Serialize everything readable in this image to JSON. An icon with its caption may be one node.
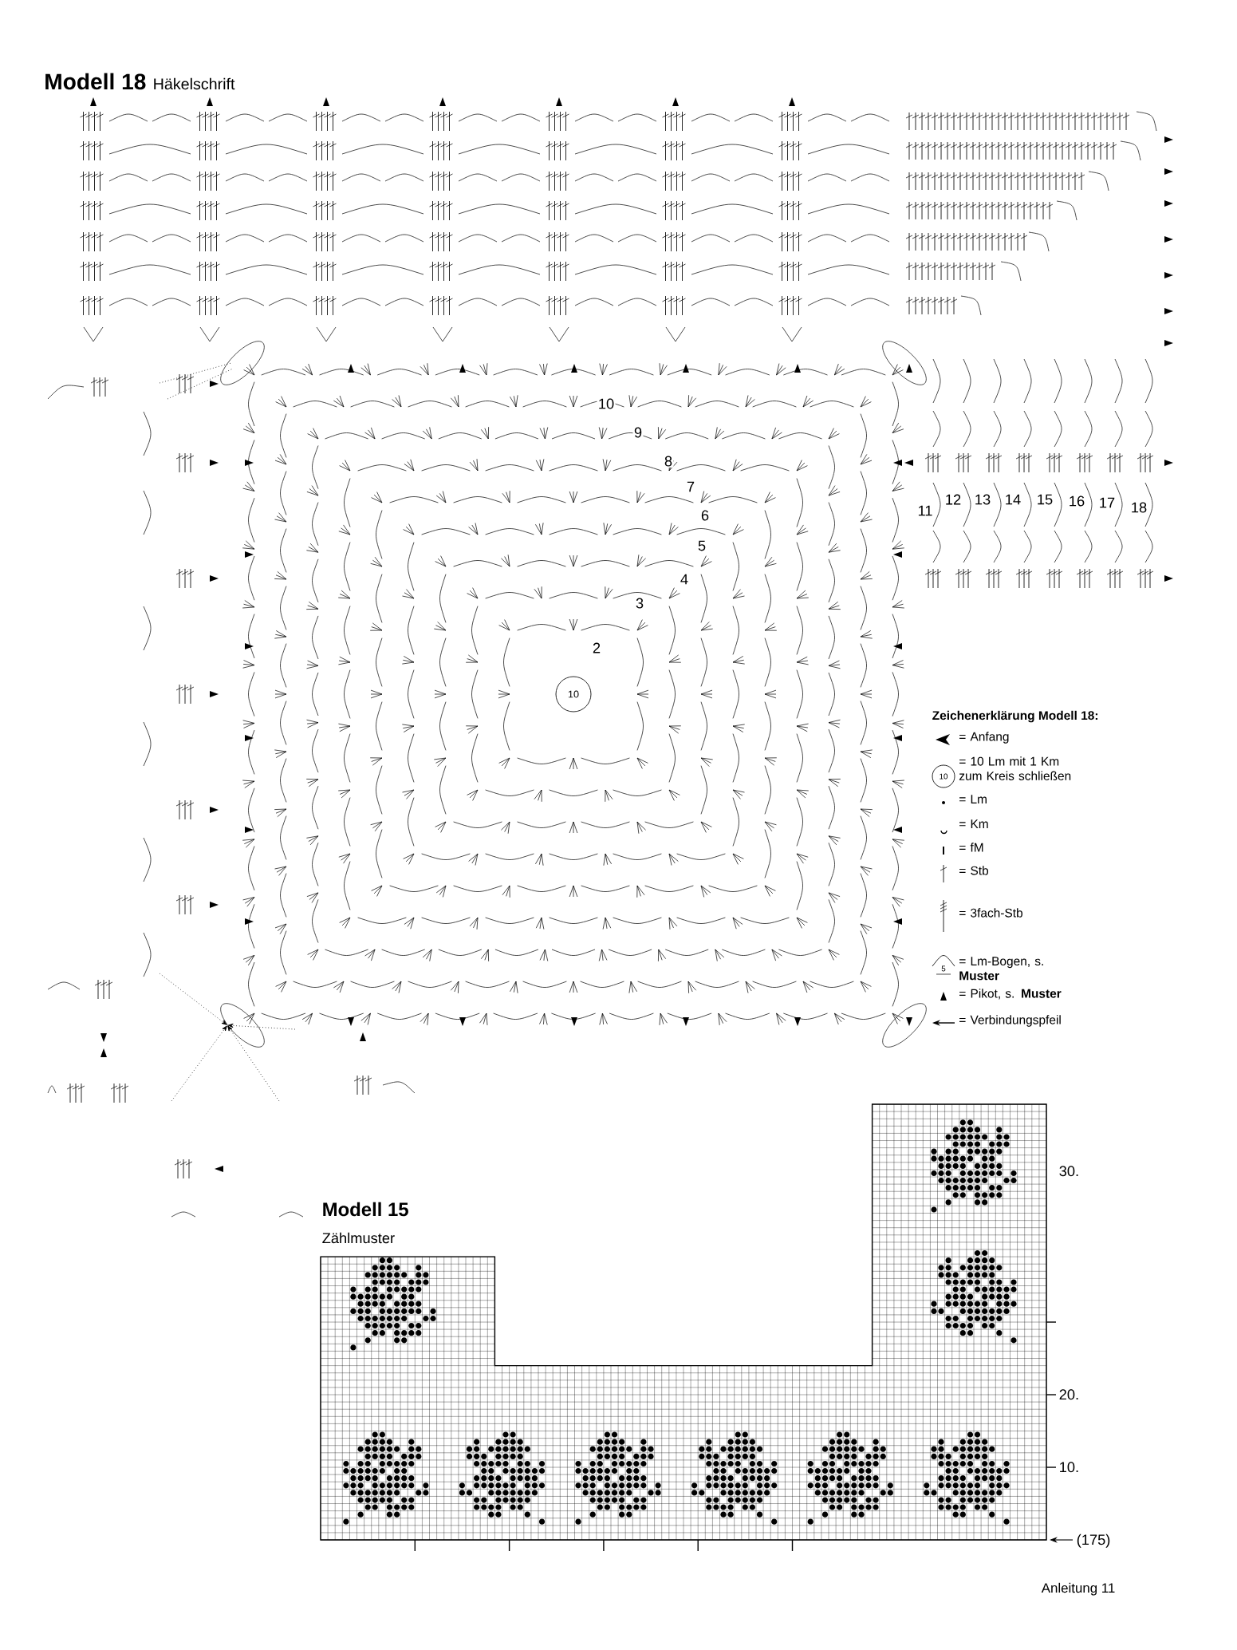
{
  "diagram": {
    "title": "Modell 18",
    "labels": [
      "Häkelschrift",
      "10",
      "9",
      "8",
      "7",
      "6",
      "5",
      "4",
      "3",
      "2",
      "10",
      "11",
      "12",
      "13",
      "14",
      "15",
      "16",
      "17",
      "18",
      "Zeichenerklärung Modell 18:",
      "10",
      "5",
      "30.",
      "Modell 15",
      "Zählmuster",
      "20.",
      "10.",
      "(175)",
      "Anleitung 11"
    ],
    "legend": [
      {
        "text": "= Anfang"
      },
      {
        "text": "= 10 Lm mit 1 Km zum Kreis schließen"
      },
      {
        "text": "= Lm"
      },
      {
        "text": "= Km"
      },
      {
        "text": "= fM"
      },
      {
        "text": "= Stb"
      },
      {
        "text": "= 3fach-Stb"
      },
      {
        "text": "= Lm-Bogen, s. **Muster**"
      },
      {
        "text": "= Pikot, s. **Muster**"
      },
      {
        "text": "= Verbindungspfeil"
      }
    ]
  }
}
